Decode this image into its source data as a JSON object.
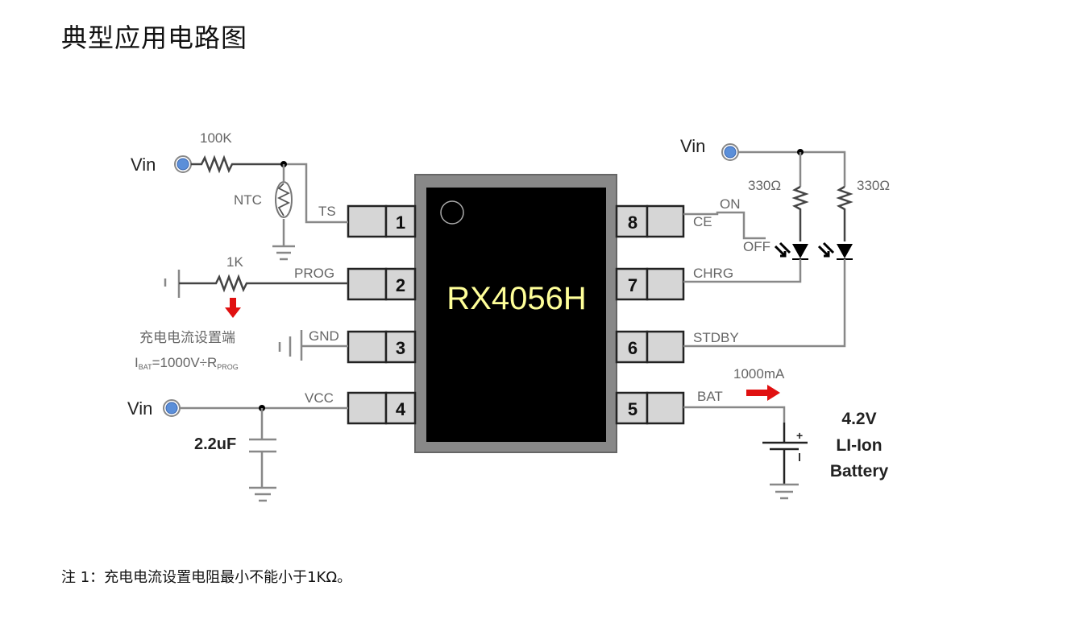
{
  "title": "典型应用电路图",
  "note": "注  1：充电电流设置电阻最小不能小于1KΩ。",
  "chip": {
    "name": "RX4056H",
    "pins": [
      {
        "num": "1",
        "label": "TS"
      },
      {
        "num": "2",
        "label": "PROG"
      },
      {
        "num": "3",
        "label": "GND"
      },
      {
        "num": "4",
        "label": "VCC"
      },
      {
        "num": "5",
        "label": "BAT"
      },
      {
        "num": "6",
        "label": "STDBY"
      },
      {
        "num": "7",
        "label": "CHRG"
      },
      {
        "num": "8",
        "label": "CE"
      }
    ]
  },
  "components": {
    "vin_label": "Vin",
    "r_ts": "100K",
    "ntc": "NTC",
    "r_prog": "1K",
    "prog_note_line1": "充电电流设置端",
    "prog_note_line2_main": "I",
    "prog_note_line2_sub1": "BAT",
    "prog_note_line2_mid": "=1000V÷R",
    "prog_note_line2_sub2": "PROG",
    "cap": "2.2uF",
    "r_led1": "330Ω",
    "r_led2": "330Ω",
    "ce_on": "ON",
    "ce_off": "OFF",
    "bat_current": "1000mA",
    "battery_line1": "4.2V",
    "battery_line2": "LI-Ion",
    "battery_line3": "Battery"
  },
  "colors": {
    "vin_dot": "#5b8fd9",
    "arrow": "#e01010",
    "chip_text": "#ffff99"
  }
}
